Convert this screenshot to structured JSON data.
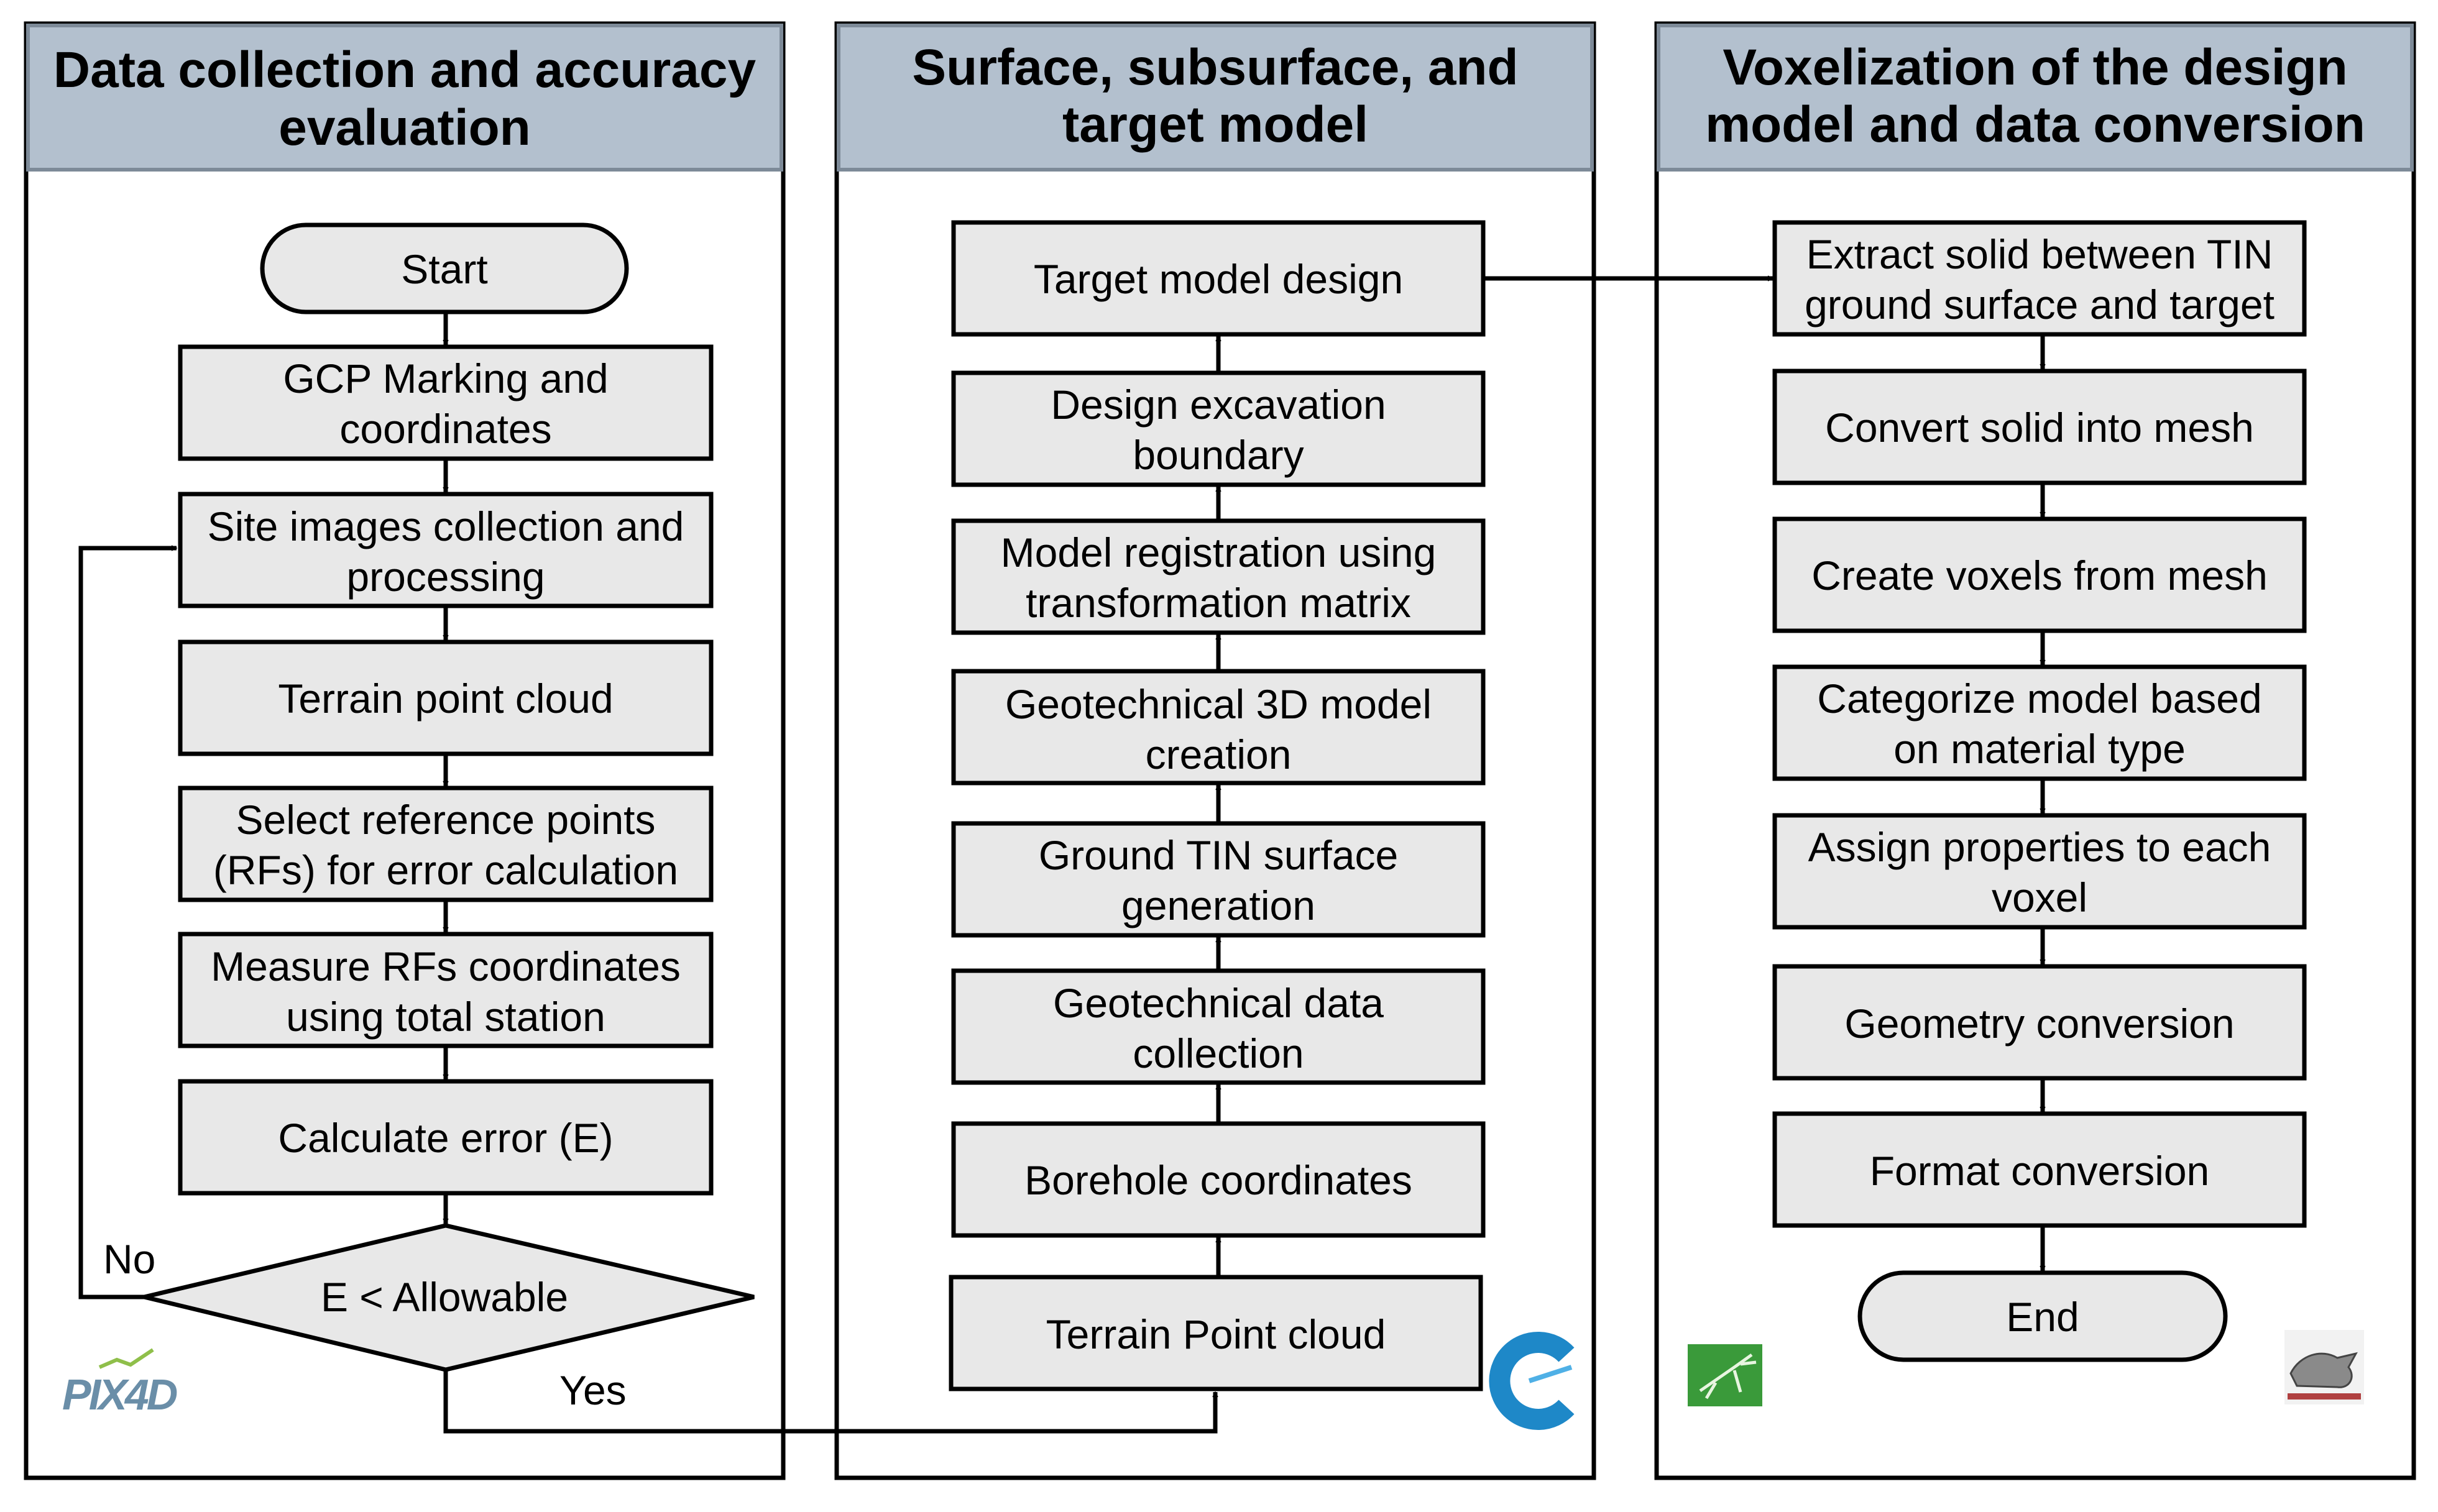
{
  "panels": [
    {
      "title_line1": "Data collection and accuracy",
      "title_line2": "evaluation"
    },
    {
      "title_line1": "Surface, subsurface, and",
      "title_line2": "target model"
    },
    {
      "title_line1": "Voxelization of the design",
      "title_line2": "model and data conversion"
    }
  ],
  "col1": {
    "start": "Start",
    "steps": [
      {
        "line1": "GCP Marking and",
        "line2": "coordinates"
      },
      {
        "line1": "Site images collection and",
        "line2": "processing"
      },
      {
        "line1": "Terrain point cloud",
        "line2": ""
      },
      {
        "line1": "Select reference points",
        "line2": "(RFs) for error calculation"
      },
      {
        "line1": "Measure RFs coordinates",
        "line2": "using total station"
      },
      {
        "line1": "Calculate error (E)",
        "line2": ""
      }
    ],
    "decision": "E < Allowable",
    "no_label": "No",
    "yes_label": "Yes",
    "logo": "PIX4D"
  },
  "col2": {
    "steps": [
      {
        "line1": "Target model design",
        "line2": ""
      },
      {
        "line1": "Design excavation",
        "line2": "boundary"
      },
      {
        "line1": "Model registration using",
        "line2": "transformation matrix"
      },
      {
        "line1": "Geotechnical 3D model",
        "line2": "creation"
      },
      {
        "line1": "Ground TIN surface",
        "line2": "generation"
      },
      {
        "line1": "Geotechnical data",
        "line2": "collection"
      },
      {
        "line1": "Borehole coordinates",
        "line2": ""
      },
      {
        "line1": "Terrain Point cloud",
        "line2": ""
      }
    ],
    "logo": "civil-3d-logo"
  },
  "col3": {
    "steps": [
      {
        "line1": "Extract solid between TIN",
        "line2": "ground surface and target"
      },
      {
        "line1": "Convert solid into mesh",
        "line2": ""
      },
      {
        "line1": "Create voxels from mesh",
        "line2": ""
      },
      {
        "line1": "Categorize model based",
        "line2": "on material type"
      },
      {
        "line1": "Assign properties to each",
        "line2": "voxel"
      },
      {
        "line1": "Geometry conversion",
        "line2": ""
      },
      {
        "line1": "Format conversion",
        "line2": ""
      }
    ],
    "end": "End",
    "logo_left": "grasshopper-logo",
    "logo_right": "rhino-logo"
  },
  "colors": {
    "header_fill": "#b3c0ce",
    "box_fill": "#e8e8e8",
    "stroke": "#000000",
    "logo_blue": "#1e88c8",
    "grass_green": "#3a9a3a"
  }
}
